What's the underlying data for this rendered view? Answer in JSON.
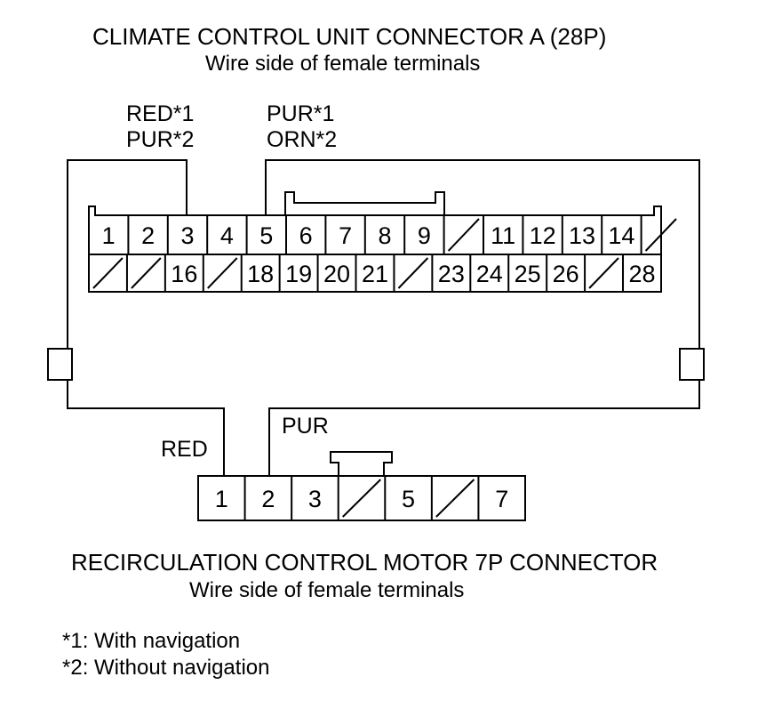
{
  "top_connector": {
    "title": "CLIMATE CONTROL UNIT CONNECTOR A (28P)",
    "subtitle": "Wire side of female terminals",
    "row1": [
      "1",
      "2",
      "3",
      "4",
      "5",
      "6",
      "7",
      "8",
      "9",
      "",
      "11",
      "12",
      "13",
      "14",
      ""
    ],
    "row2": [
      "",
      "",
      "16",
      "",
      "18",
      "19",
      "20",
      "21",
      "",
      "23",
      "24",
      "25",
      "26",
      "",
      "28"
    ]
  },
  "wire_labels": {
    "pin3_a": "RED*1",
    "pin3_b": "PUR*2",
    "pin5_a": "PUR*1",
    "pin5_b": "ORN*2",
    "motor_pin1": "RED",
    "motor_pin2": "PUR"
  },
  "bottom_connector": {
    "title": "RECIRCULATION CONTROL MOTOR 7P CONNECTOR",
    "subtitle": "Wire side of female terminals",
    "pins": [
      "1",
      "2",
      "3",
      "",
      "5",
      "",
      "7"
    ]
  },
  "notes": {
    "note1": "*1: With navigation",
    "note2": "*2: Without navigation"
  }
}
